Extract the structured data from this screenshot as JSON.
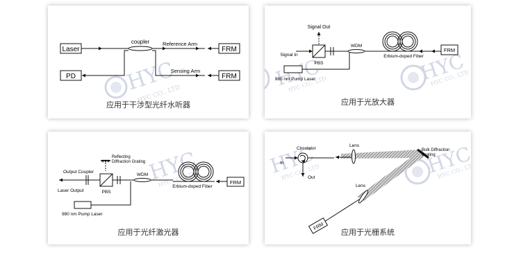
{
  "watermark": {
    "brand": "HYC",
    "sub": "HYC CO., LTD"
  },
  "colors": {
    "line": "#111111",
    "watermark": "#9aa6c8",
    "shadow": "#bbbbbb"
  },
  "panel1": {
    "caption": "应用于干涉型光纤水听器",
    "laser": "Laser",
    "pd": "PD",
    "coupler": "coupler",
    "frm_top": "FRM",
    "frm_bottom": "FRM",
    "reference_arm": "Reference Arm",
    "sensing_arm": "Sensing Arm"
  },
  "panel2": {
    "caption": "应用于光放大器",
    "signal_out": "Signal Out",
    "signal_in": "Signal In",
    "pbs": "PBS",
    "wdm": "WDM",
    "fiber": "Erbium-doped Fiber",
    "frm": "FRM",
    "pump": "980 nm Pump Laser"
  },
  "panel3": {
    "caption": "应用于光纤激光器",
    "output_coupler": "Output Coupler",
    "laser_output": "Laser Output",
    "reflecting_grating": "Reflecting\nDiffraction Grating",
    "pbs": "PBS",
    "wdm": "WDM",
    "fiber": "Erbium-doped Fiber",
    "frm": "FRM",
    "pump": "980 nm Pump Laser"
  },
  "panel4": {
    "caption": "应用于光栅系统",
    "circulator": "Circulator",
    "in": "In",
    "out": "Out",
    "lens_top": "Lens",
    "lens_bottom": "Lens",
    "grating": "Bulk Diffraction\nGrating",
    "frm": "FRM"
  }
}
